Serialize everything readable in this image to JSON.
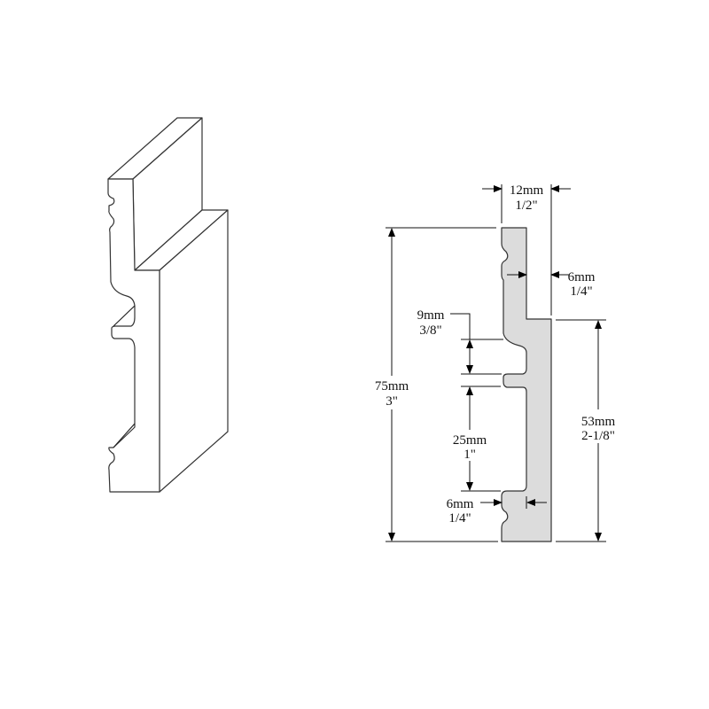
{
  "dimensions": {
    "thickness": {
      "metric": "12mm",
      "imperial": "1/2\""
    },
    "total_height": {
      "metric": "75mm",
      "imperial": "3\""
    },
    "step_depth": {
      "metric": "6mm",
      "imperial": "1/4\""
    },
    "lower_height": {
      "metric": "53mm",
      "imperial": "2-1/8\""
    },
    "upper_groove": {
      "metric": "9mm",
      "imperial": "3/8\""
    },
    "lower_groove": {
      "metric": "25mm",
      "imperial": "1\""
    },
    "bottom_depth": {
      "metric": "6mm",
      "imperial": "1/4\""
    }
  },
  "colors": {
    "profile_fill": "#dcdcdc",
    "line": "#333333"
  }
}
